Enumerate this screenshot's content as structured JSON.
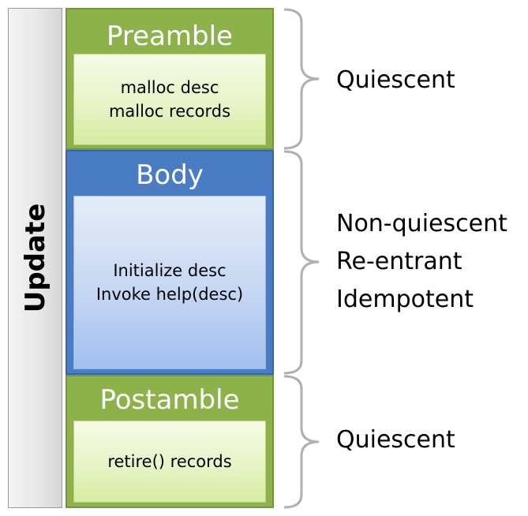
{
  "sidebar": {
    "label": "Update"
  },
  "stages": {
    "preamble": {
      "title": "Preamble",
      "lines": [
        "malloc desc",
        "malloc records"
      ]
    },
    "body": {
      "title": "Body",
      "lines": [
        "Initialize desc",
        "Invoke help(desc)"
      ]
    },
    "postamble": {
      "title": "Postamble",
      "lines": [
        "retire() records"
      ]
    }
  },
  "properties": {
    "preamble": [
      "Quiescent"
    ],
    "body": [
      "Non-quiescent",
      "Re-entrant",
      "Idempotent"
    ],
    "postamble": [
      "Quiescent"
    ]
  },
  "colors": {
    "green_stage": "#8db24b",
    "blue_stage": "#4a7cc4",
    "brace": "#b0b0b0"
  }
}
